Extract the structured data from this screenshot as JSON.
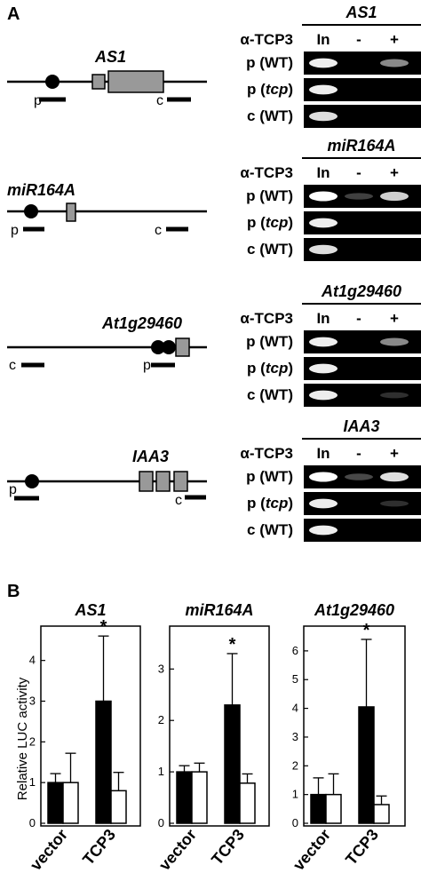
{
  "panel_a": {
    "label": "A",
    "antibody_label": "α-TCP3",
    "lane_labels": [
      "In",
      "-",
      "+"
    ],
    "genes": [
      {
        "name": "AS1",
        "rows": [
          {
            "probe": "p",
            "genotype": "WT",
            "genotype_italic": false,
            "bands": [
              0.95,
              0.0,
              0.6
            ]
          },
          {
            "probe": "p",
            "genotype": "tcp",
            "genotype_italic": true,
            "bands": [
              0.95,
              0.0,
              0.0
            ]
          },
          {
            "probe": "c",
            "genotype": "WT",
            "genotype_italic": false,
            "bands": [
              0.9,
              0.0,
              0.0
            ]
          }
        ],
        "diagram": {
          "promoter_label": "p",
          "control_label": "c"
        }
      },
      {
        "name": "miR164A",
        "rows": [
          {
            "probe": "p",
            "genotype": "WT",
            "genotype_italic": false,
            "bands": [
              1.0,
              0.25,
              0.85
            ]
          },
          {
            "probe": "p",
            "genotype": "tcp",
            "genotype_italic": true,
            "bands": [
              0.95,
              0.0,
              0.0
            ]
          },
          {
            "probe": "c",
            "genotype": "WT",
            "genotype_italic": false,
            "bands": [
              0.9,
              0.0,
              0.0
            ]
          }
        ],
        "diagram": {
          "promoter_label": "p",
          "control_label": "c"
        }
      },
      {
        "name": "At1g29460",
        "rows": [
          {
            "probe": "p",
            "genotype": "WT",
            "genotype_italic": false,
            "bands": [
              0.95,
              0.0,
              0.6
            ]
          },
          {
            "probe": "p",
            "genotype": "tcp",
            "genotype_italic": true,
            "bands": [
              0.95,
              0.0,
              0.0
            ]
          },
          {
            "probe": "c",
            "genotype": "WT",
            "genotype_italic": false,
            "bands": [
              0.95,
              0.0,
              0.15
            ]
          }
        ],
        "diagram": {
          "promoter_label": "p",
          "control_label": "c"
        }
      },
      {
        "name": "IAA3",
        "rows": [
          {
            "probe": "p",
            "genotype": "WT",
            "genotype_italic": false,
            "bands": [
              1.0,
              0.3,
              0.9
            ]
          },
          {
            "probe": "p",
            "genotype": "tcp",
            "genotype_italic": true,
            "bands": [
              0.95,
              0.0,
              0.15
            ]
          },
          {
            "probe": "c",
            "genotype": "WT",
            "genotype_italic": false,
            "bands": [
              0.95,
              0.0,
              0.0
            ]
          }
        ],
        "diagram": {
          "promoter_label": "p",
          "control_label": "c"
        }
      }
    ]
  },
  "panel_b": {
    "label": "B",
    "ylabel": "Relative LUC activity",
    "xtick_labels": [
      "vector",
      "TCP3"
    ],
    "significance_marker": "*"
  },
  "chart_data": [
    {
      "type": "bar",
      "title": "AS1",
      "categories": [
        "vector",
        "TCP3"
      ],
      "ylim": [
        0,
        4.8
      ],
      "yticks": [
        0,
        1,
        2,
        3,
        4
      ],
      "ylabel": "Relative LUC activity",
      "series": [
        {
          "color": "#000000",
          "values": [
            1.0,
            3.0
          ],
          "errors": [
            0.22,
            1.6
          ]
        },
        {
          "color": "#ffffff",
          "values": [
            1.0,
            0.8
          ],
          "errors": [
            0.72,
            0.45
          ]
        }
      ],
      "significance": "*"
    },
    {
      "type": "bar",
      "title": "miR164A",
      "categories": [
        "vector",
        "TCP3"
      ],
      "ylim": [
        0,
        3.8
      ],
      "yticks": [
        0,
        1,
        2,
        3
      ],
      "series": [
        {
          "color": "#000000",
          "values": [
            1.0,
            2.3
          ],
          "errors": [
            0.12,
            1.0
          ]
        },
        {
          "color": "#ffffff",
          "values": [
            1.0,
            0.78
          ],
          "errors": [
            0.17,
            0.18
          ]
        }
      ],
      "significance": "*"
    },
    {
      "type": "bar",
      "title": "At1g29460",
      "categories": [
        "vector",
        "TCP3"
      ],
      "ylim": [
        0,
        6.8
      ],
      "yticks": [
        0,
        1,
        2,
        3,
        4,
        5,
        6
      ],
      "series": [
        {
          "color": "#000000",
          "values": [
            1.0,
            4.05
          ],
          "errors": [
            0.58,
            2.35
          ]
        },
        {
          "color": "#ffffff",
          "values": [
            1.0,
            0.65
          ],
          "errors": [
            0.72,
            0.3
          ]
        }
      ],
      "significance": "*"
    }
  ]
}
